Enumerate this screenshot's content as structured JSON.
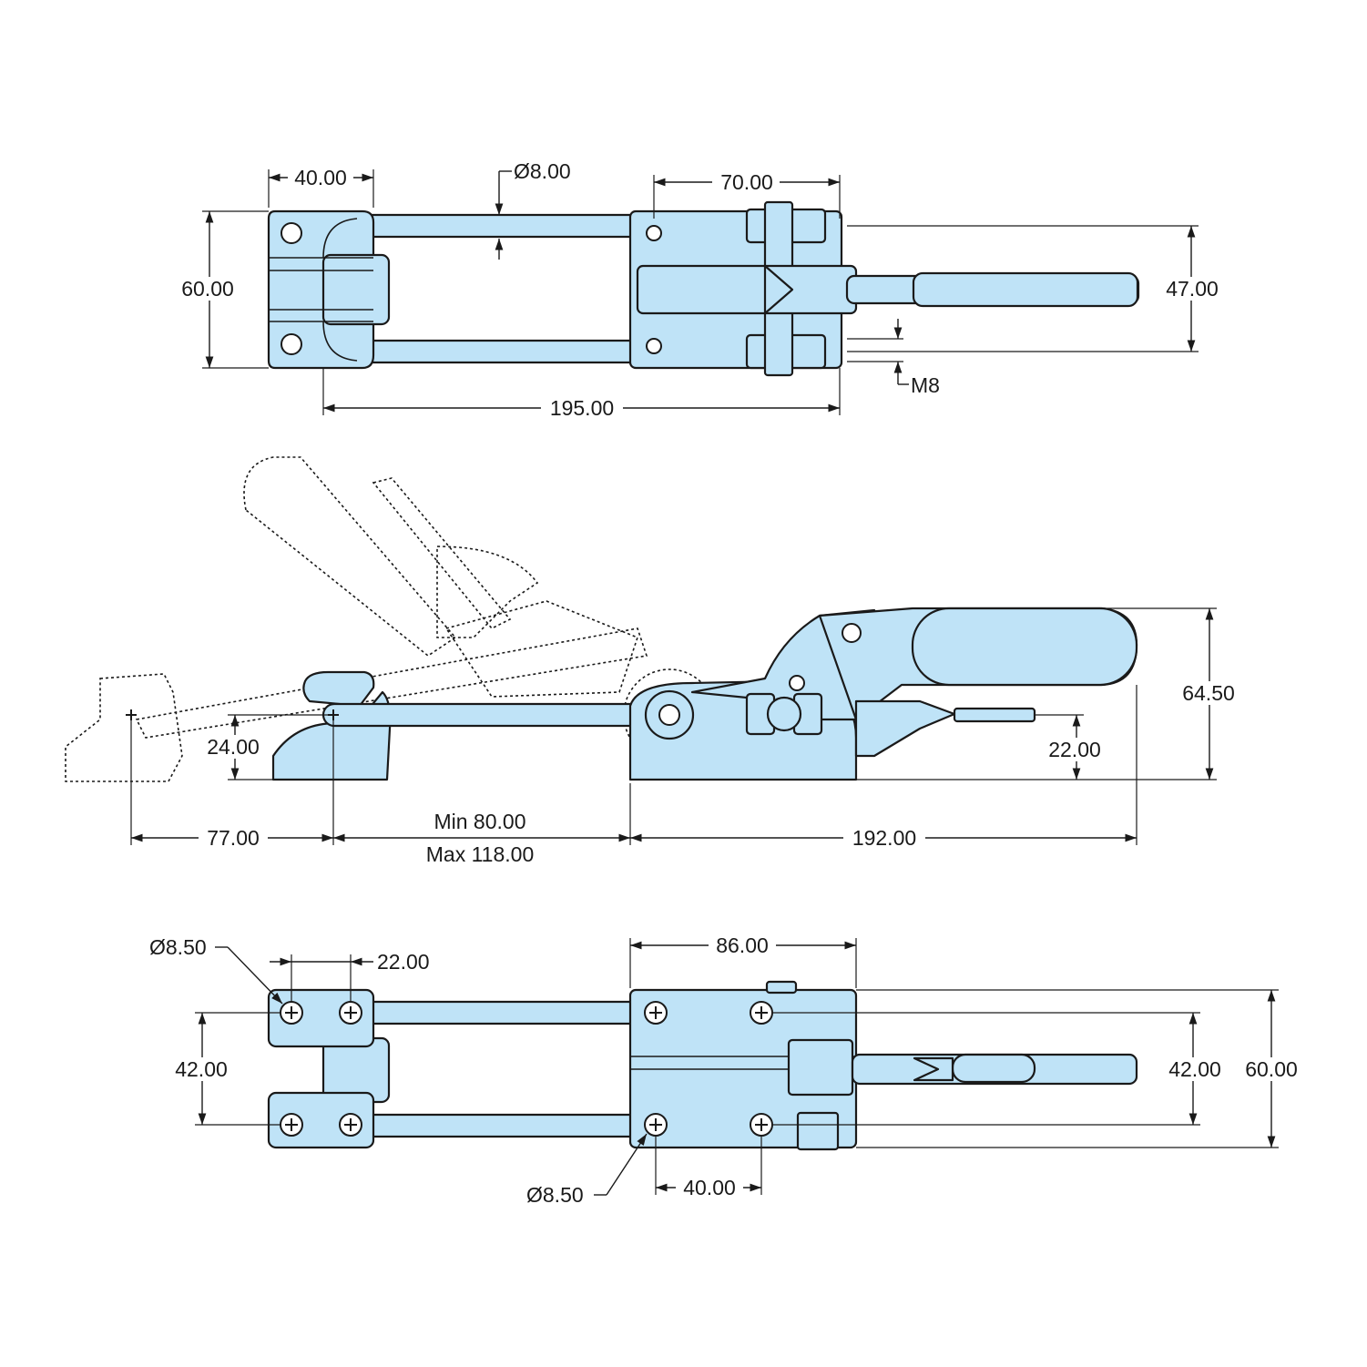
{
  "top_view": {
    "dim_40": "40.00",
    "dim_dia8": "Ø8.00",
    "dim_70": "70.00",
    "dim_60": "60.00",
    "dim_47": "47.00",
    "dim_m8": "M8",
    "dim_195": "195.00"
  },
  "side_view": {
    "dim_64_5": "64.50",
    "dim_24": "24.00",
    "dim_22": "22.00",
    "dim_77": "77.00",
    "dim_min": "Min 80.00",
    "dim_max": "Max 118.00",
    "dim_192": "192.00"
  },
  "bottom_view": {
    "dim_dia8_5_top": "Ø8.50",
    "dim_22": "22.00",
    "dim_86": "86.00",
    "dim_42_left": "42.00",
    "dim_42_right": "42.00",
    "dim_60": "60.00",
    "dim_dia8_5_bottom": "Ø8.50",
    "dim_40": "40.00"
  },
  "colors": {
    "part_fill": "#bfe3f7",
    "line": "#1a1a1a"
  }
}
